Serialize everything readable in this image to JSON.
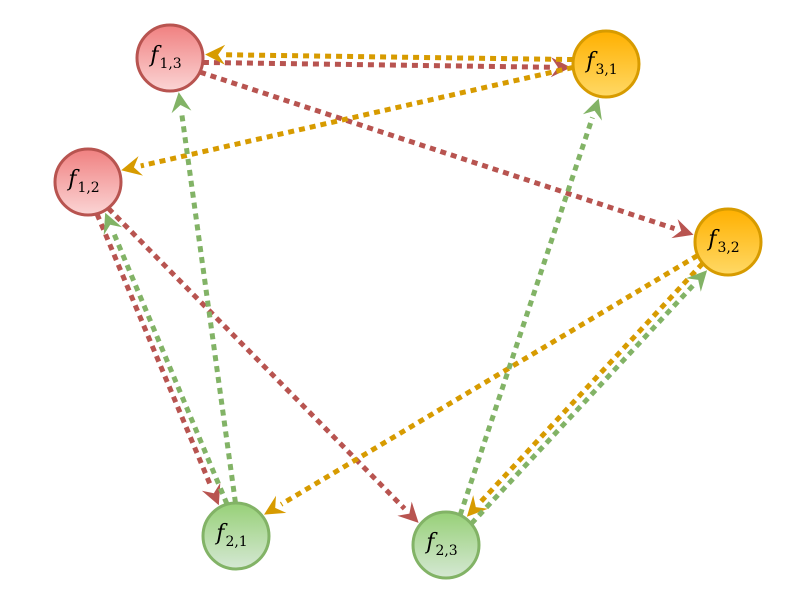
{
  "colors": {
    "red_fill": "#f08080",
    "red_fill_light": "#fbd5d5",
    "red_stroke": "#b85450",
    "orange_fill": "#ffb000",
    "orange_fill_light": "#ffd966",
    "orange_stroke": "#d79b00",
    "green_fill": "#97d077",
    "green_fill_light": "#d5e8d4",
    "green_stroke": "#82b366",
    "red_edge": "#b85450",
    "orange_edge": "#d79b00",
    "green_edge": "#82b366"
  },
  "nodes": [
    {
      "id": "f13",
      "base": "f",
      "sub": "1,3",
      "group": "red"
    },
    {
      "id": "f12",
      "base": "f",
      "sub": "1,2",
      "group": "red"
    },
    {
      "id": "f31",
      "base": "f",
      "sub": "3,1",
      "group": "orange"
    },
    {
      "id": "f32",
      "base": "f",
      "sub": "3,2",
      "group": "orange"
    },
    {
      "id": "f21",
      "base": "f",
      "sub": "2,1",
      "group": "green"
    },
    {
      "id": "f23",
      "base": "f",
      "sub": "2,3",
      "group": "green"
    }
  ],
  "edges": [
    {
      "from": "f13",
      "to": "f31",
      "color": "red"
    },
    {
      "from": "f13",
      "to": "f32",
      "color": "red"
    },
    {
      "from": "f12",
      "to": "f21",
      "color": "red"
    },
    {
      "from": "f12",
      "to": "f23",
      "color": "red"
    },
    {
      "from": "f31",
      "to": "f13",
      "color": "orange"
    },
    {
      "from": "f31",
      "to": "f12",
      "color": "orange"
    },
    {
      "from": "f32",
      "to": "f21",
      "color": "orange"
    },
    {
      "from": "f32",
      "to": "f23",
      "color": "orange"
    },
    {
      "from": "f21",
      "to": "f13",
      "color": "green"
    },
    {
      "from": "f21",
      "to": "f12",
      "color": "green"
    },
    {
      "from": "f23",
      "to": "f31",
      "color": "green"
    },
    {
      "from": "f23",
      "to": "f32",
      "color": "green"
    }
  ]
}
